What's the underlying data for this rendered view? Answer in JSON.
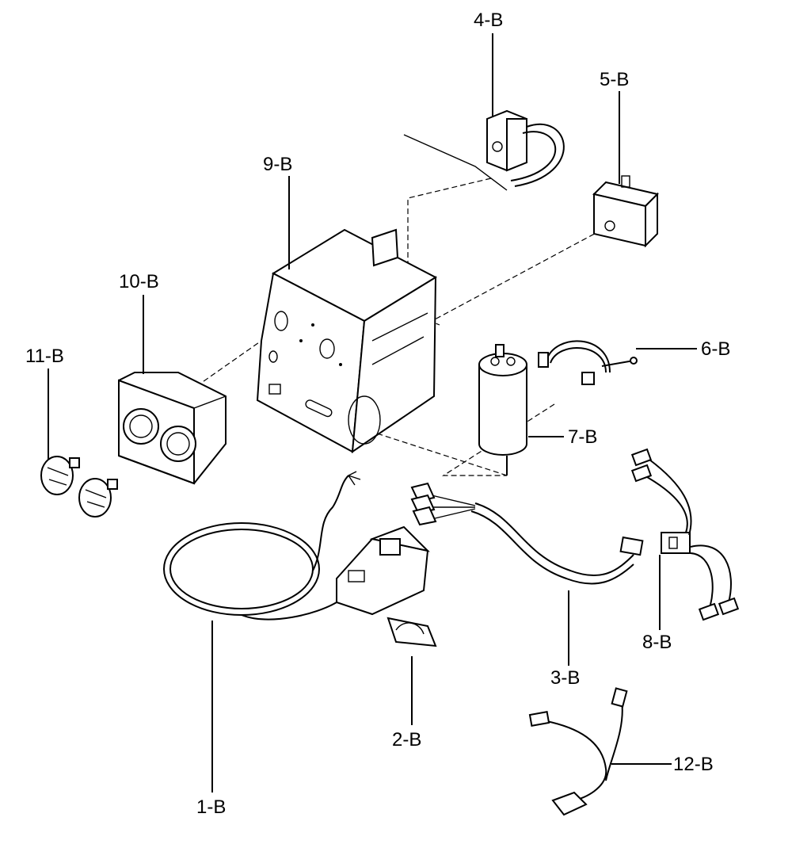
{
  "diagram": {
    "labels": {
      "p1": "1-B",
      "p2": "2-B",
      "p3": "3-B",
      "p4": "4-B",
      "p5": "5-B",
      "p6": "6-B",
      "p7": "7-B",
      "p8": "8-B",
      "p9": "9-B",
      "p10": "10-B",
      "p11": "11-B",
      "p12": "12-B"
    }
  }
}
